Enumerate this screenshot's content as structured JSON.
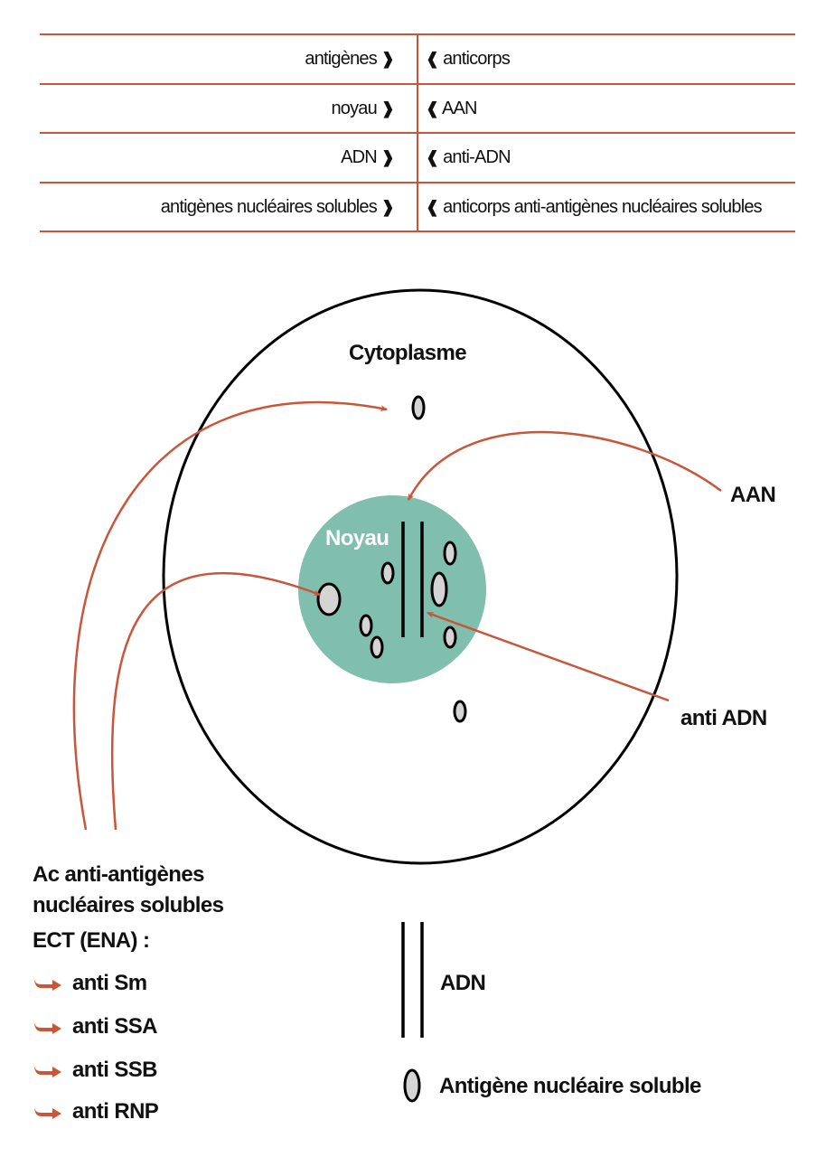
{
  "table": {
    "rows": [
      {
        "left": "antigènes",
        "right": "anticorps"
      },
      {
        "left": "noyau",
        "right": "AAN"
      },
      {
        "left": "ADN",
        "right": "anti-ADN"
      },
      {
        "left": "antigènes nucléaires solubles",
        "right": "anticorps anti-antigènes nucléaires solubles"
      }
    ],
    "open_bracket": "❰",
    "close_bracket": "❱"
  },
  "diagram": {
    "cytoplasm_label": "Cytoplasme",
    "nucleus_label": "Noyau",
    "aan_label": "AAN",
    "anti_adn_label": "anti ADN",
    "ena_title_lines": [
      "Ac anti-antigènes",
      "nucléaires solubles",
      "ECT (ENA) :"
    ],
    "ena_items": [
      "anti Sm",
      "anti SSA",
      "anti SSB",
      "anti RNP"
    ]
  },
  "legend": {
    "adn_label": "ADN",
    "antigen_label": "Antigène nucléaire soluble"
  },
  "colors": {
    "accent": "#c9563b",
    "nucleus": "#80bfae",
    "antigen_fill": "#d4d4d4"
  }
}
